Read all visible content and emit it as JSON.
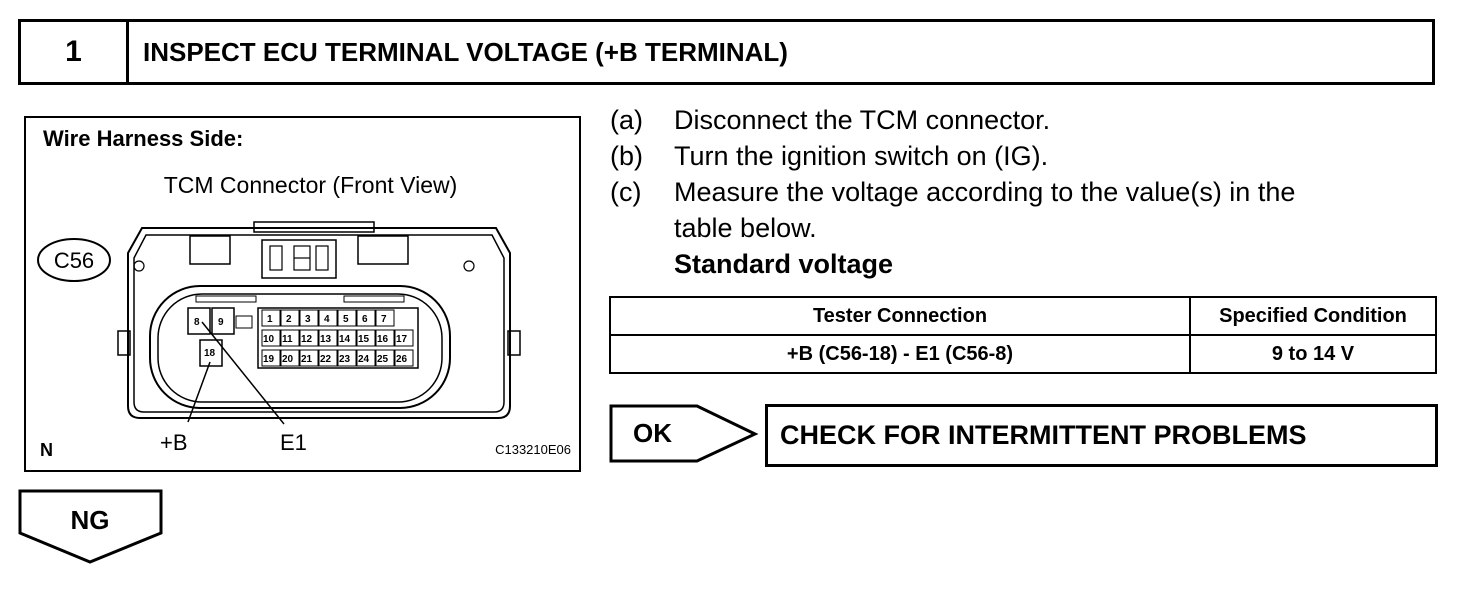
{
  "step": {
    "number": "1",
    "title": "INSPECT ECU TERMINAL VOLTAGE (+B TERMINAL)"
  },
  "figure": {
    "heading": "Wire Harness Side:",
    "connector_title": "TCM Connector (Front View)",
    "connector_id": "C56",
    "pins_row1": [
      "8",
      "9",
      "1",
      "2",
      "3",
      "4",
      "5",
      "6",
      "7"
    ],
    "pins_row2": [
      "10",
      "11",
      "12",
      "13",
      "14",
      "15",
      "16",
      "17"
    ],
    "pins_row3": [
      "18",
      "19",
      "20",
      "21",
      "22",
      "23",
      "24",
      "25",
      "26"
    ],
    "label_plus_b": "+B",
    "label_e1": "E1",
    "corner_mark": "N",
    "figure_code": "C133210E06"
  },
  "instructions": [
    {
      "letter": "(a)",
      "text": "Disconnect the TCM connector."
    },
    {
      "letter": "(b)",
      "text": "Turn the ignition switch on (IG)."
    },
    {
      "letter": "(c)",
      "text": "Measure the voltage according to the value(s) in the"
    },
    {
      "letter": "",
      "text": "table below."
    }
  ],
  "standard_label": "Standard voltage",
  "table": {
    "headers": [
      "Tester Connection",
      "Specified Condition"
    ],
    "rows": [
      [
        "+B (C56-18) - E1 (C56-8)",
        "9 to 14 V"
      ]
    ]
  },
  "ok": {
    "label": "OK",
    "action": "CHECK FOR INTERMITTENT PROBLEMS"
  },
  "ng": {
    "label": "NG"
  }
}
